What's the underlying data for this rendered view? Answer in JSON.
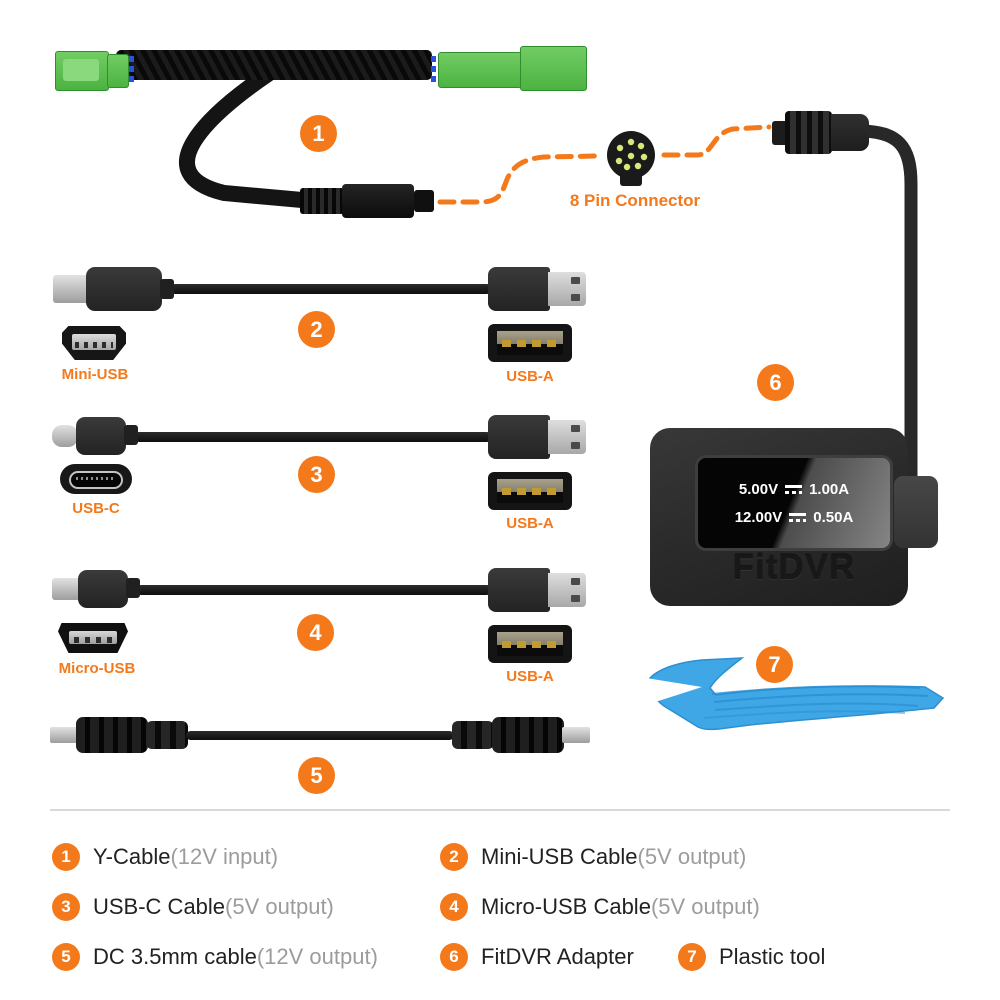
{
  "callouts": {
    "eight_pin_label": "8 Pin Connector"
  },
  "ports": {
    "mini_usb": "Mini-USB",
    "usb_a": "USB-A",
    "usb_c": "USB-C",
    "micro_usb": "Micro-USB"
  },
  "adapter": {
    "brand": "FitDVR",
    "display": [
      {
        "v": "5.00V",
        "a": "1.00A"
      },
      {
        "v": "12.00V",
        "a": "0.50A"
      }
    ]
  },
  "legend": {
    "items": [
      {
        "num": "1",
        "name": "Y-Cable",
        "note": "(12V input)"
      },
      {
        "num": "2",
        "name": "Mini-USB Cable",
        "note": "(5V output)"
      },
      {
        "num": "3",
        "name": "USB-C Cable",
        "note": "(5V output)"
      },
      {
        "num": "4",
        "name": "Micro-USB Cable",
        "note": "(5V output)"
      },
      {
        "num": "5",
        "name": "DC 3.5mm cable",
        "note": "(12V output)"
      },
      {
        "num": "6",
        "name": "FitDVR Adapter",
        "note": ""
      },
      {
        "num": "7",
        "name": "Plastic tool",
        "note": ""
      }
    ]
  },
  "colors": {
    "accent": "#F4791B",
    "connector_green": "#56BE4A",
    "tool_blue": "#3FA7E6",
    "pin_dot": "#D9E77C",
    "wire_dot_blue": "#2A52E0"
  }
}
